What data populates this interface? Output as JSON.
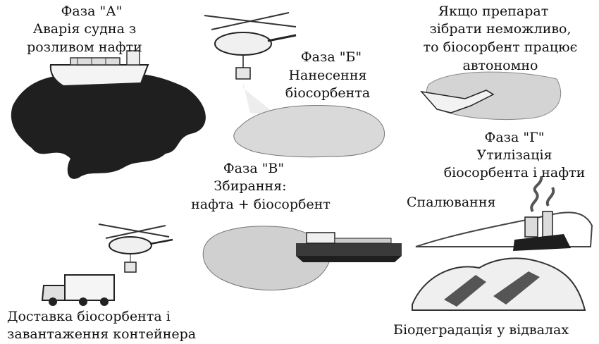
{
  "phase_a": {
    "title": "Фаза \"А\"",
    "line1": "Аварія судна з",
    "line2": "розливом нафти"
  },
  "phase_b": {
    "title": "Фаза \"Б\"",
    "line1": "Нанесення",
    "line2": "біосорбента"
  },
  "autonomous": {
    "line1": "Якщо препарат",
    "line2": "зібрати неможливо,",
    "line3": "то біосорбент працює",
    "line4": "автономно"
  },
  "phase_v": {
    "title": "Фаза \"В\"",
    "line1": "Збирання:",
    "line2": "нафта + біосорбент"
  },
  "phase_g": {
    "title": "Фаза \"Г\"",
    "line1": "Утилізація",
    "line2": "біосорбента і нафти"
  },
  "burning": "Спалювання",
  "delivery": {
    "line1": "Доставка біосорбента і",
    "line2": "завантаження контейнера"
  },
  "biodegradation": "Біодеградація у відвалах",
  "colors": {
    "oil": "#1e1e1e",
    "sorbent": "#d6d6d6",
    "ink": "#111111"
  }
}
